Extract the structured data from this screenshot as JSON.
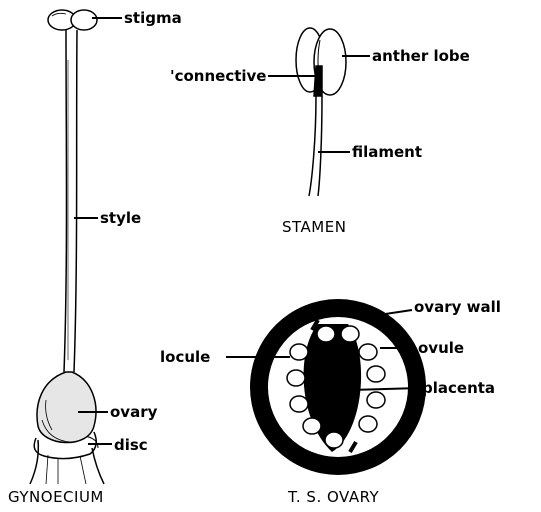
{
  "labels": {
    "stigma": "stigma",
    "style": "style",
    "ovary": "ovary",
    "disc": "disc",
    "anther_lobe": "anther lobe",
    "connective": "'connective",
    "filament": "filament",
    "ovary_wall": "ovary wall",
    "ovule": "ovule",
    "locule": "locule",
    "placenta": "placenta"
  },
  "captions": {
    "gynoecium": "GYNOECIUM",
    "stamen": "STAMEN",
    "ts_ovary": "T. S. OVARY"
  }
}
